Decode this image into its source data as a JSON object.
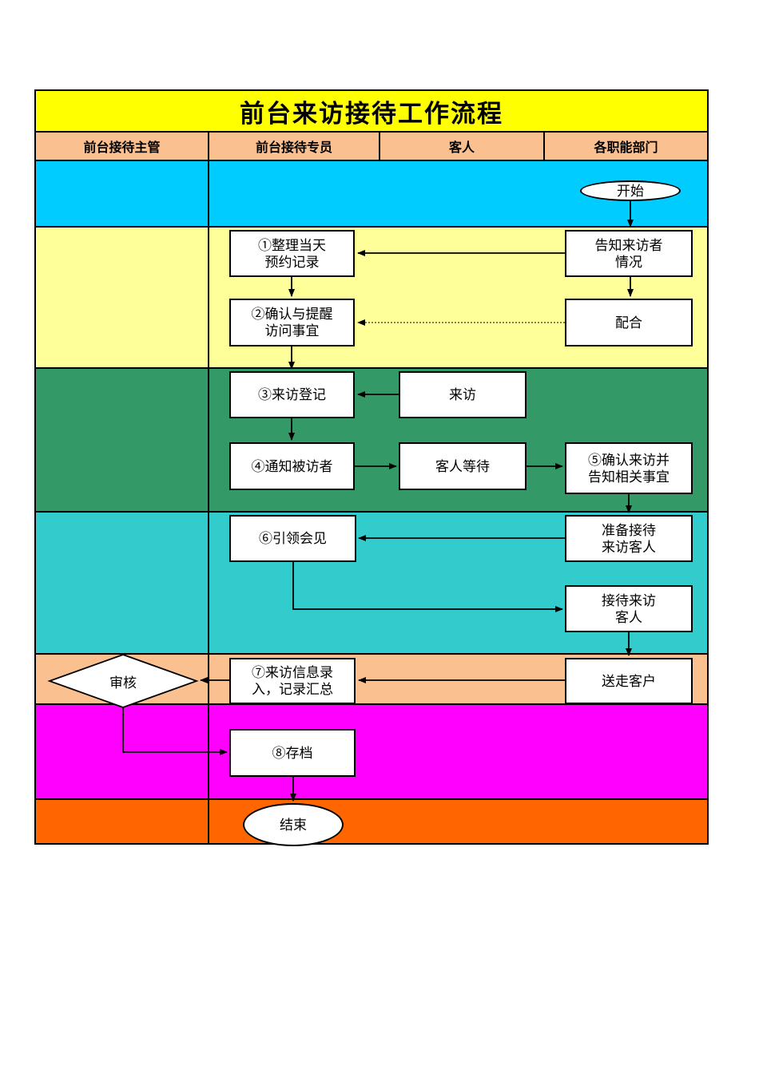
{
  "title": "前台来访接待工作流程",
  "columns": [
    "前台接待主管",
    "前台接待专员",
    "客人",
    "各职能部门"
  ],
  "colors": {
    "title_bg": "#FFFF00",
    "header_bg": "#FAC090",
    "band_blue": "#00CCFF",
    "band_yellow": "#FFFF99",
    "band_green": "#339966",
    "band_teal": "#33CCCC",
    "band_peach": "#FAC090",
    "band_magenta": "#FF00FF",
    "band_orange": "#FF6600"
  },
  "nodes": {
    "start": "开始",
    "step1": "①整理当天\n预约记录",
    "inform": "告知来访者\n情况",
    "step2": "②确认与提醒\n访问事宜",
    "cooperate": "配合",
    "step3": "③来访登记",
    "visit": "来访",
    "step4": "④通知被访者",
    "wait": "客人等待",
    "step5": "⑤确认来访并\n告知相关事宜",
    "step6": "⑥引领会见",
    "prepare": "准备接待\n来访客人",
    "receive": "接待来访\n客人",
    "review": "审核",
    "step7": "⑦来访信息录\n入，记录汇总",
    "sendoff": "送走客户",
    "step8": "⑧存档",
    "end": "结束"
  }
}
